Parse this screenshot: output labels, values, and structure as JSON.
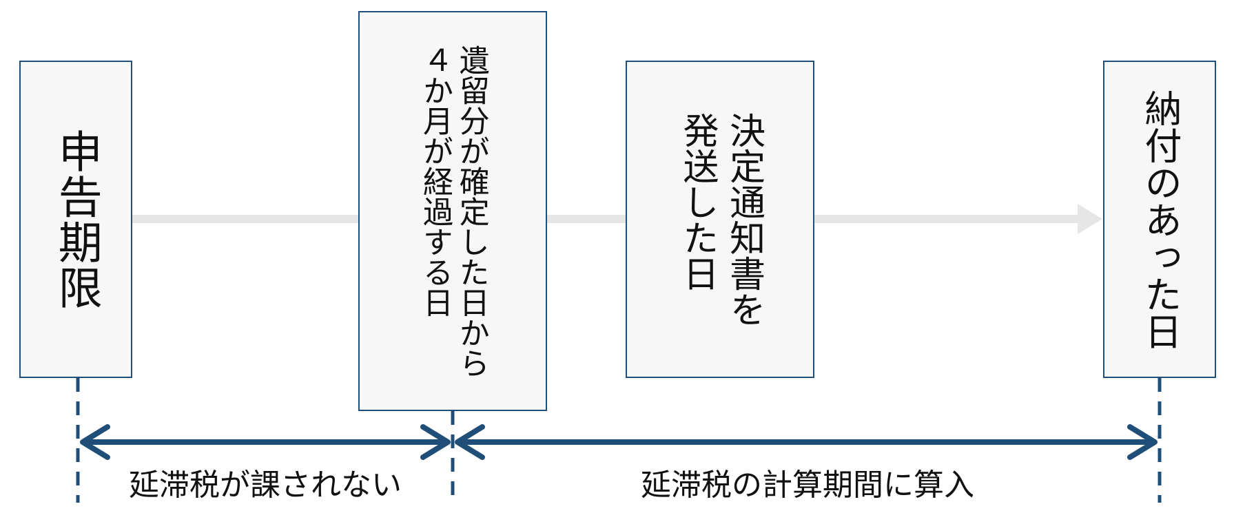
{
  "boxes": {
    "deadline": "申告期限",
    "confirmed": "遺留分が確定した日から\n４か月が経過する日",
    "notice": "決定通知書を\n発送した日",
    "payment": "納付のあった日"
  },
  "periods": {
    "no_tax": "延滞税が課されない",
    "counted": "延滞税の計算期間に算入"
  },
  "colors": {
    "timeline": "#e6e6e6",
    "accent": "#1f4e79",
    "box_fill": "#f7f7f7"
  }
}
